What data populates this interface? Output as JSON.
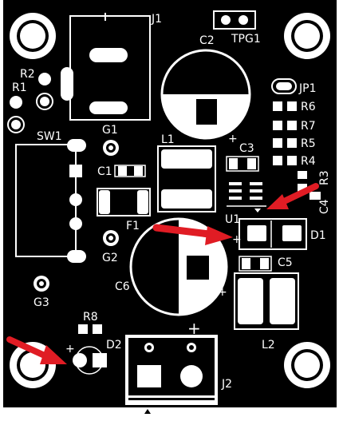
{
  "board": {
    "background_color": "#000000",
    "silkscreen_color": "#ffffff",
    "arrow_color": "#e01c24"
  },
  "labels": {
    "j1": "J1",
    "j2": "J2",
    "tpg1": "TPG1",
    "c2": "C2",
    "c2_plus": "+",
    "jp1": "JP1",
    "r6": "R6",
    "r7": "R7",
    "r5": "R5",
    "r4": "R4",
    "r3": "R3",
    "c4": "C4",
    "r2": "R2",
    "r1": "R1",
    "sw1": "SW1",
    "g1": "G1",
    "l1": "L1",
    "c3": "C3",
    "c1": "C1",
    "u1": "U1",
    "f1": "F1",
    "d1": "D1",
    "d1_plus": "+",
    "g2": "G2",
    "c5": "C5",
    "c6": "C6",
    "c6_plus": "+",
    "g3": "G3",
    "r8": "R8",
    "d2": "D2",
    "d2_plus": "+",
    "l2": "L2",
    "j2_plus": "+"
  },
  "annotations": [
    {
      "name": "arrow-to-u1",
      "target": "U1"
    },
    {
      "name": "arrow-to-d1",
      "target": "D1"
    },
    {
      "name": "arrow-to-d2",
      "target": "D2"
    }
  ]
}
